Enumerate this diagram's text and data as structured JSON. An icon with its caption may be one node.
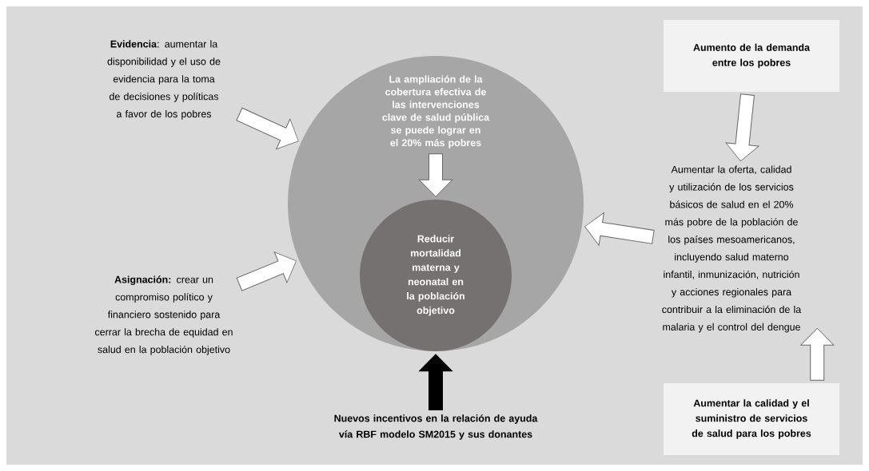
{
  "diagram": {
    "nodes": [
      {
        "text": [],
        "shape": "circle"
      },
      {
        "text": [
          "La ampliación de la cobertura efectiva de las intervenciones clave de salud pública se puede lograr en el 20% más pobres"
        ],
        "in": 0
      },
      {
        "text": [
          "Reducir mortalidad materna y neonatal en la población objetivo"
        ],
        "in": 0
      },
      {
        "text": [
          "**Evidencia**: aumentar la disponibilidad y el uso de evidencia para la toma de decisiones y políticas a favor de los pobres"
        ]
      },
      {
        "text": [
          "**Asignación:** crear un compromiso político y financiero sostenido para cerrar la brecha de equidad en salud en la población objetivo"
        ]
      },
      {
        "text": [
          "Aumento de la demanda entre los pobres"
        ]
      },
      {
        "text": [
          "Aumentar la oferta, calidad y utilización de los servicios básicos de salud en el 20% más pobre de la población de los países mesoamericanos, incluyendo salud materno infantil, inmunización, nutrición y acciones regionales para contribuir a la eliminación de la malaria y el control del dengue"
        ]
      },
      {
        "text": [
          "Aumentar la calidad y el suministro de servicios de salud para los pobres"
        ]
      },
      {
        "text": [
          "Nuevos incentivos en la relación de ayuda vía RBF modelo SM2015 y sus donantes"
        ]
      }
    ],
    "edges": [
      {
        "from": 3,
        "to": 0,
        "arrow": "to"
      },
      {
        "from": 4,
        "to": 0,
        "arrow": "to"
      },
      {
        "from": 6,
        "to": 0,
        "arrow": "to"
      },
      {
        "from": 5,
        "to": 6,
        "arrow": "to"
      },
      {
        "from": 7,
        "to": 6,
        "arrow": "to"
      },
      {
        "from": 8,
        "to": 0,
        "arrow": "to",
        "color": "#000000"
      },
      {
        "from": 1,
        "to": 2,
        "arrow": "to"
      }
    ]
  }
}
